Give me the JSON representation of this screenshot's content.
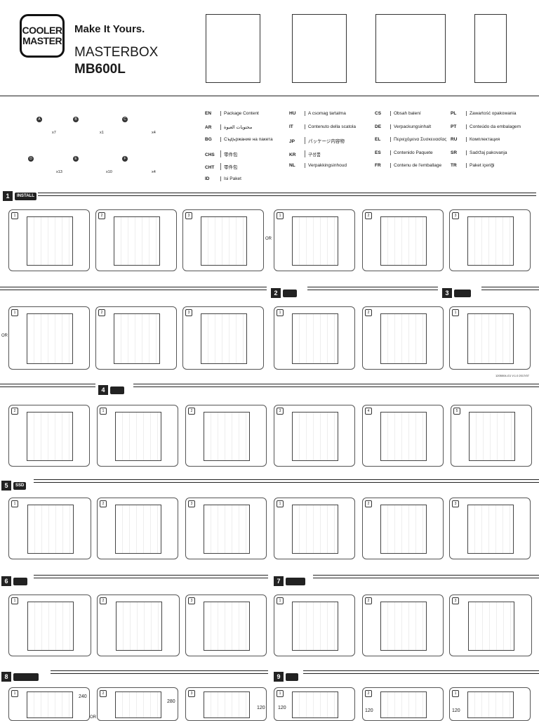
{
  "brand": {
    "logo_line1": "COOLER",
    "logo_line2": "MASTER",
    "tagline": "Make It Yours.",
    "model_line1": "MASTERBOX",
    "model_line2": "MB600L"
  },
  "parts": [
    {
      "badge": "A",
      "count": "x7"
    },
    {
      "badge": "B",
      "count": "x1"
    },
    {
      "badge": "C",
      "count": "x4"
    },
    {
      "badge": "D",
      "count": "x13"
    },
    {
      "badge": "E",
      "count": "x10"
    },
    {
      "badge": "F",
      "count": "x4"
    }
  ],
  "languages": [
    {
      "code": "EN",
      "text": "Package Content"
    },
    {
      "code": "AR",
      "text": "محتويات العبوة"
    },
    {
      "code": "BG",
      "text": "Съдържание на пакета"
    },
    {
      "code": "CHS",
      "text": "零件包"
    },
    {
      "code": "CHT",
      "text": "零件包"
    },
    {
      "code": "ID",
      "text": "Isi Paket"
    },
    {
      "code": "HU",
      "text": "A csomag tartalma"
    },
    {
      "code": "IT",
      "text": "Contenuto della scatola"
    },
    {
      "code": "JP",
      "text": "パッケージ内容物"
    },
    {
      "code": "KR",
      "text": "구성품"
    },
    {
      "code": "NL",
      "text": "Verpakkingsinhoud"
    },
    {
      "code": "CS",
      "text": "Obsah balení"
    },
    {
      "code": "DE",
      "text": "Verpackungsinhalt"
    },
    {
      "code": "EL",
      "text": "Περιεχόμενα Συσκευασίας"
    },
    {
      "code": "ES",
      "text": "Contenido Paquete"
    },
    {
      "code": "FR",
      "text": "Contenu de l'emballage"
    },
    {
      "code": "PL",
      "text": "Zawartość opakowania"
    },
    {
      "code": "PT",
      "text": "Conteúdo da embalagem"
    },
    {
      "code": "RU",
      "text": "Комплектация"
    },
    {
      "code": "SR",
      "text": "Sadržaj pakovanja"
    },
    {
      "code": "TR",
      "text": "Paket içeriği"
    }
  ],
  "sections": [
    {
      "num": "1",
      "tag": "INSTALL"
    },
    {
      "num": "2",
      "tag": ""
    },
    {
      "num": "3",
      "tag": ""
    },
    {
      "num": "4",
      "tag": ""
    },
    {
      "num": "5",
      "tag": "SSD"
    },
    {
      "num": "6",
      "tag": ""
    },
    {
      "num": "7",
      "tag": ""
    },
    {
      "num": "8",
      "tag": ""
    },
    {
      "num": "9",
      "tag": ""
    }
  ],
  "step_labels": {
    "or": "OR",
    "s1": "1",
    "s2": "2",
    "s3": "3",
    "s4": "4",
    "s5": "5"
  },
  "doc_code": "1205004-G1 V.1.0 2017/07",
  "dims": {
    "d240": "240",
    "d280": "280",
    "d120": "120"
  }
}
